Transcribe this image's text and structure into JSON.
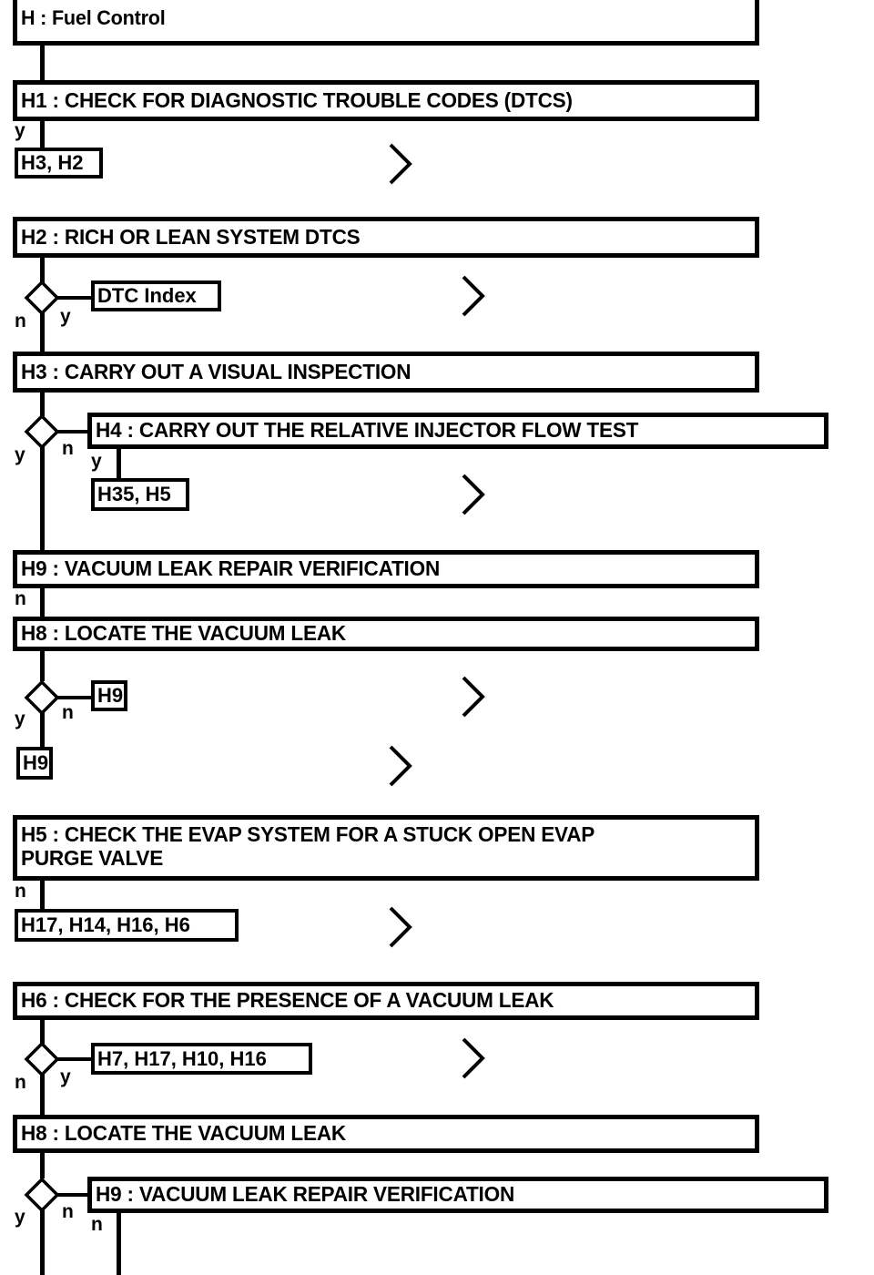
{
  "diagram": {
    "title": "H : Fuel Control",
    "type": "flowchart",
    "colors": {
      "line": "#000000",
      "background": "#ffffff",
      "text": "#000000"
    },
    "steps": [
      {
        "id": "H",
        "label": "H : Fuel Control"
      },
      {
        "id": "H1",
        "label": "H1 : CHECK FOR DIAGNOSTIC TROUBLE CODES (DTCS)"
      },
      {
        "id": "H2",
        "label": "H2 : RICH OR LEAN SYSTEM DTCS"
      },
      {
        "id": "H3",
        "label": "H3 : CARRY OUT A VISUAL INSPECTION"
      },
      {
        "id": "H4",
        "label": "H4 : CARRY OUT THE RELATIVE INJECTOR FLOW TEST"
      },
      {
        "id": "H9a",
        "label": "H9 : VACUUM LEAK REPAIR VERIFICATION"
      },
      {
        "id": "H8a",
        "label": "H8 : LOCATE THE VACUUM LEAK"
      },
      {
        "id": "H5",
        "label": "H5 : CHECK THE EVAP SYSTEM FOR A STUCK OPEN EVAP\nPURGE VALVE"
      },
      {
        "id": "H6",
        "label": "H6 : CHECK FOR THE PRESENCE OF A VACUUM LEAK"
      },
      {
        "id": "H8b",
        "label": "H8 : LOCATE THE VACUUM LEAK"
      },
      {
        "id": "H9b",
        "label": "H9 : VACUUM LEAK REPAIR VERIFICATION"
      }
    ],
    "references": [
      {
        "id": "ref-h3-h2",
        "label": "H3, H2"
      },
      {
        "id": "ref-dtc",
        "label": "DTC Index"
      },
      {
        "id": "ref-h35-h5",
        "label": "H35, H5"
      },
      {
        "id": "ref-h9-n",
        "label": "H9"
      },
      {
        "id": "ref-h9-y",
        "label": "H9"
      },
      {
        "id": "ref-h17",
        "label": "H17, H14, H16, H6"
      },
      {
        "id": "ref-h7",
        "label": "H7, H17, H10, H16"
      }
    ],
    "branches": [
      {
        "id": "b1",
        "label": "y"
      },
      {
        "id": "b2",
        "label": "n"
      },
      {
        "id": "b3",
        "label": "y"
      },
      {
        "id": "b4",
        "label": "y"
      },
      {
        "id": "b5",
        "label": "n"
      },
      {
        "id": "b6",
        "label": "y"
      },
      {
        "id": "b7",
        "label": "n"
      },
      {
        "id": "b8",
        "label": "y"
      },
      {
        "id": "b9",
        "label": "n"
      },
      {
        "id": "b10",
        "label": "n"
      },
      {
        "id": "b11",
        "label": "n"
      },
      {
        "id": "b12",
        "label": "y"
      },
      {
        "id": "b13",
        "label": "y"
      },
      {
        "id": "b14",
        "label": "n"
      },
      {
        "id": "b15",
        "label": "n"
      }
    ],
    "chevrons": [
      {
        "id": "c1"
      },
      {
        "id": "c2"
      },
      {
        "id": "c3"
      },
      {
        "id": "c4"
      },
      {
        "id": "c5"
      },
      {
        "id": "c6"
      },
      {
        "id": "c7"
      }
    ]
  }
}
